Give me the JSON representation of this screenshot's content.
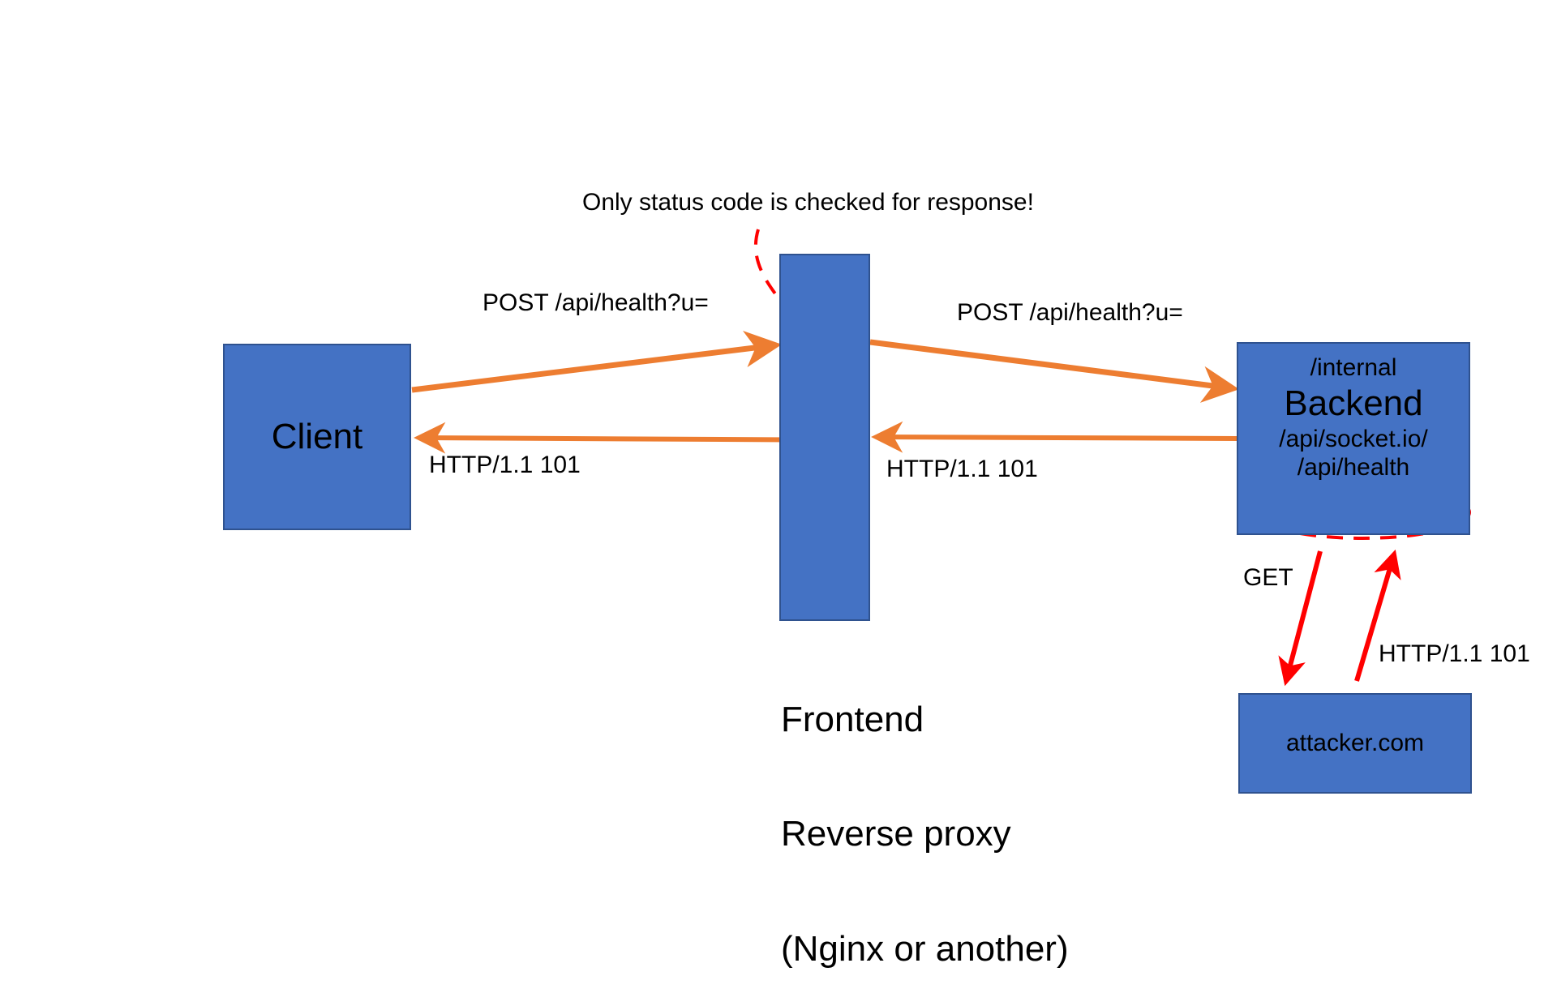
{
  "diagram": {
    "title_note": "Only status code is checked for response!",
    "nodes": {
      "client": {
        "label": "Client"
      },
      "frontend": {
        "caption_line1": "Frontend",
        "caption_line2": "Reverse proxy",
        "caption_line3": "(Nginx or another)",
        "loop_icon": "recycle-loop-icon"
      },
      "backend": {
        "path_internal": "/internal",
        "label": "Backend",
        "path_socketio": "/api/socket.io/",
        "path_health": "/api/health"
      },
      "attacker": {
        "label": "attacker.com"
      }
    },
    "edges": {
      "client_to_frontend": "POST /api/health?u=",
      "frontend_to_backend": "POST /api/health?u=",
      "frontend_to_client": "HTTP/1.1 101",
      "backend_to_frontend": "HTTP/1.1 101",
      "backend_to_attacker": "GET",
      "attacker_to_backend": "HTTP/1.1 101"
    },
    "colors": {
      "node_fill": "#4472C4",
      "node_border": "#2F528F",
      "request_arrow": "#ED7D31",
      "attack_arrow": "#FF0000",
      "annotation": "#FF0000",
      "text": "#000000",
      "background": "#FFFFFF"
    }
  }
}
